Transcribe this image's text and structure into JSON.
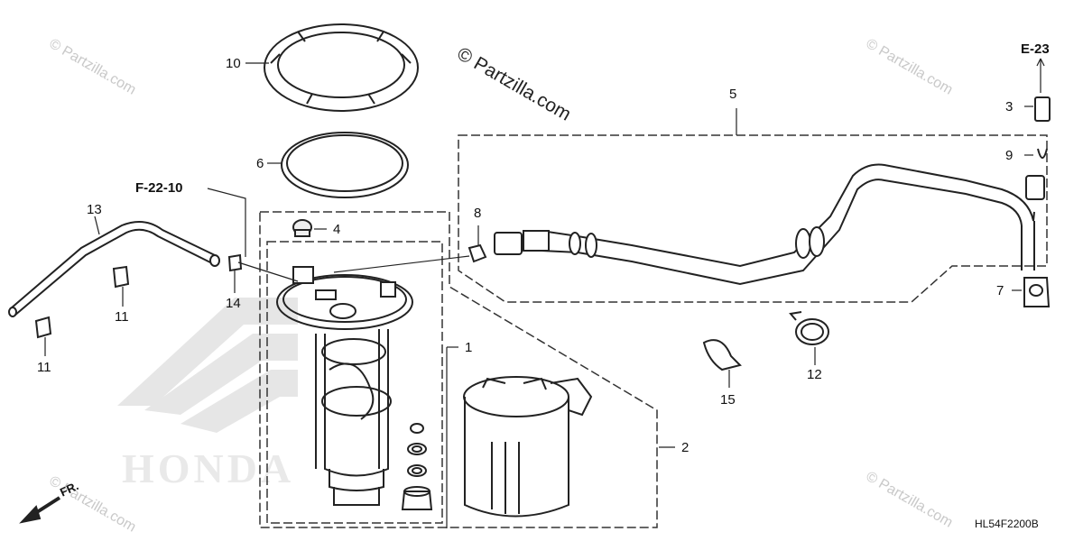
{
  "watermarks": {
    "main": "© Partzilla.com",
    "faint": "© Partzilla.com"
  },
  "references": {
    "f22": "F-22-10",
    "e23": "E-23"
  },
  "diagram_code": "HL54F2200B",
  "direction_label": "FR.",
  "callouts": {
    "c1": "1",
    "c2": "2",
    "c3": "3",
    "c4": "4",
    "c5": "5",
    "c6": "6",
    "c7": "7",
    "c8": "8",
    "c9": "9",
    "c10": "10",
    "c11a": "11",
    "c11b": "11",
    "c12": "12",
    "c13": "13",
    "c14": "14",
    "c15": "15"
  }
}
